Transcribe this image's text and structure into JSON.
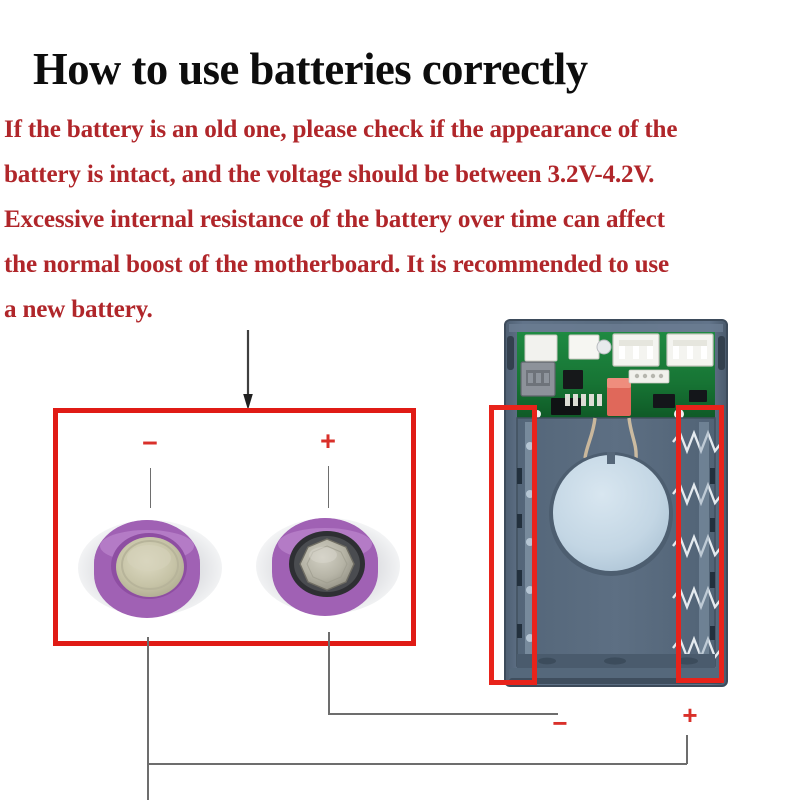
{
  "title": "How to use batteries correctly",
  "paragraph": {
    "lines": [
      "If the battery is an old one, please check if the appearance of the",
      "battery is intact, and the voltage should be between 3.2V-4.2V.",
      "Excessive internal resistance of the battery over time can affect",
      "the normal boost of the motherboard. It is recommended to use",
      "a new battery."
    ],
    "full_text": "If the battery is an old one, please check if the appearance of the battery is intact, and the voltage should be between 3.2V-4.2V. Excessive internal resistance of the battery over time can affect the normal boost of the motherboard. It is recommended to use a new battery.",
    "voltage_range": "3.2V-4.2V"
  },
  "photo_panel": {
    "label": "battery-terminals-photo",
    "frame_color": "#e01b15",
    "negative_label": "−",
    "positive_label": "+",
    "batteries": [
      {
        "polarity": "negative",
        "symbol": "−",
        "wrap_color": "#b57ac8",
        "terminal_color": "#c9c5a8",
        "terminal_type": "flat"
      },
      {
        "polarity": "positive",
        "symbol": "+",
        "wrap_color": "#b57ac8",
        "terminal_color": "#b9b9ab",
        "terminal_type": "button-cap"
      }
    ]
  },
  "device": {
    "label": "power-bank-case-photo",
    "body_color": "#57697d",
    "pcb_color": "#1e7a3c",
    "negative_label": "−",
    "positive_label": "+",
    "negative_side": "right",
    "positive_side": "left",
    "spring_count": 5,
    "highlight_color": "#e8231b",
    "usb_port_count": 2
  },
  "arrow": {
    "label": "down-arrow",
    "color": "#3a3a3a"
  },
  "colors": {
    "title_text": "#0d0d0d",
    "body_text": "#b0262a",
    "polarity_red": "#d9302a",
    "frame_red": "#e01b15",
    "leader_gray": "#6d6d6d",
    "background": "#ffffff"
  }
}
